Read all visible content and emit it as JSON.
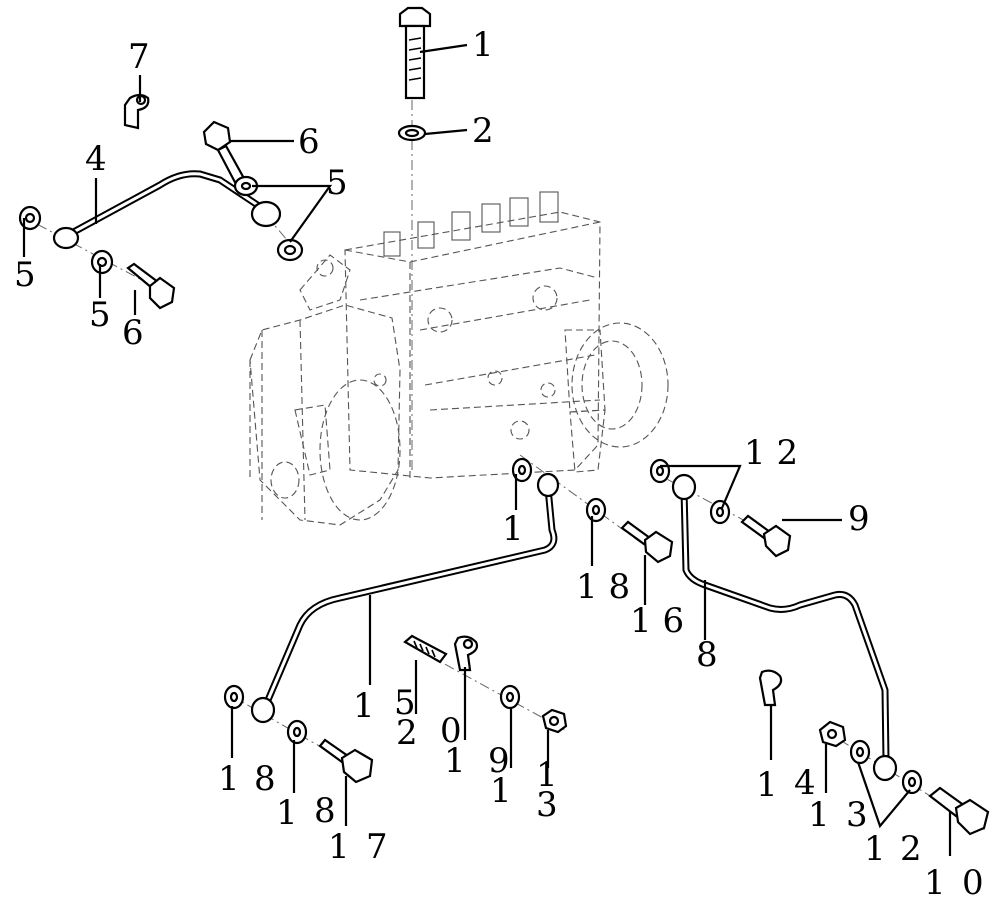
{
  "diagram": {
    "callouts": [
      {
        "id": "c1",
        "text": "1"
      },
      {
        "id": "c2",
        "text": "2"
      },
      {
        "id": "c3",
        "text": "7"
      },
      {
        "id": "c4",
        "text": "6"
      },
      {
        "id": "c5",
        "text": "5"
      },
      {
        "id": "c6",
        "text": "4"
      },
      {
        "id": "c7",
        "text": "5"
      },
      {
        "id": "c8",
        "text": "5"
      },
      {
        "id": "c9",
        "text": "6"
      },
      {
        "id": "c10",
        "text": "1 2"
      },
      {
        "id": "c11",
        "text": "9"
      },
      {
        "id": "c12",
        "text": "1"
      },
      {
        "id": "c13",
        "text": "1 8"
      },
      {
        "id": "c14",
        "text": "1 6"
      },
      {
        "id": "c15",
        "text": "8"
      },
      {
        "id": "c16",
        "text": "1"
      },
      {
        "id": "c17",
        "text": "5"
      },
      {
        "id": "c18",
        "text": "2"
      },
      {
        "id": "c19",
        "text": "0"
      },
      {
        "id": "c20",
        "text": "1"
      },
      {
        "id": "c21",
        "text": "9"
      },
      {
        "id": "c22",
        "text": "1"
      },
      {
        "id": "c23",
        "text": "1"
      },
      {
        "id": "c24",
        "text": "3"
      },
      {
        "id": "c25",
        "text": "1"
      },
      {
        "id": "c26",
        "text": "4"
      },
      {
        "id": "c27",
        "text": "1"
      },
      {
        "id": "c28",
        "text": "3"
      },
      {
        "id": "c29",
        "text": "1"
      },
      {
        "id": "c30",
        "text": "8"
      },
      {
        "id": "c31",
        "text": "1"
      },
      {
        "id": "c32",
        "text": "8"
      },
      {
        "id": "c33",
        "text": "1"
      },
      {
        "id": "c34",
        "text": "7"
      },
      {
        "id": "c35",
        "text": "1"
      },
      {
        "id": "c36",
        "text": "2"
      },
      {
        "id": "c37",
        "text": "1"
      },
      {
        "id": "c38",
        "text": "0"
      }
    ]
  }
}
